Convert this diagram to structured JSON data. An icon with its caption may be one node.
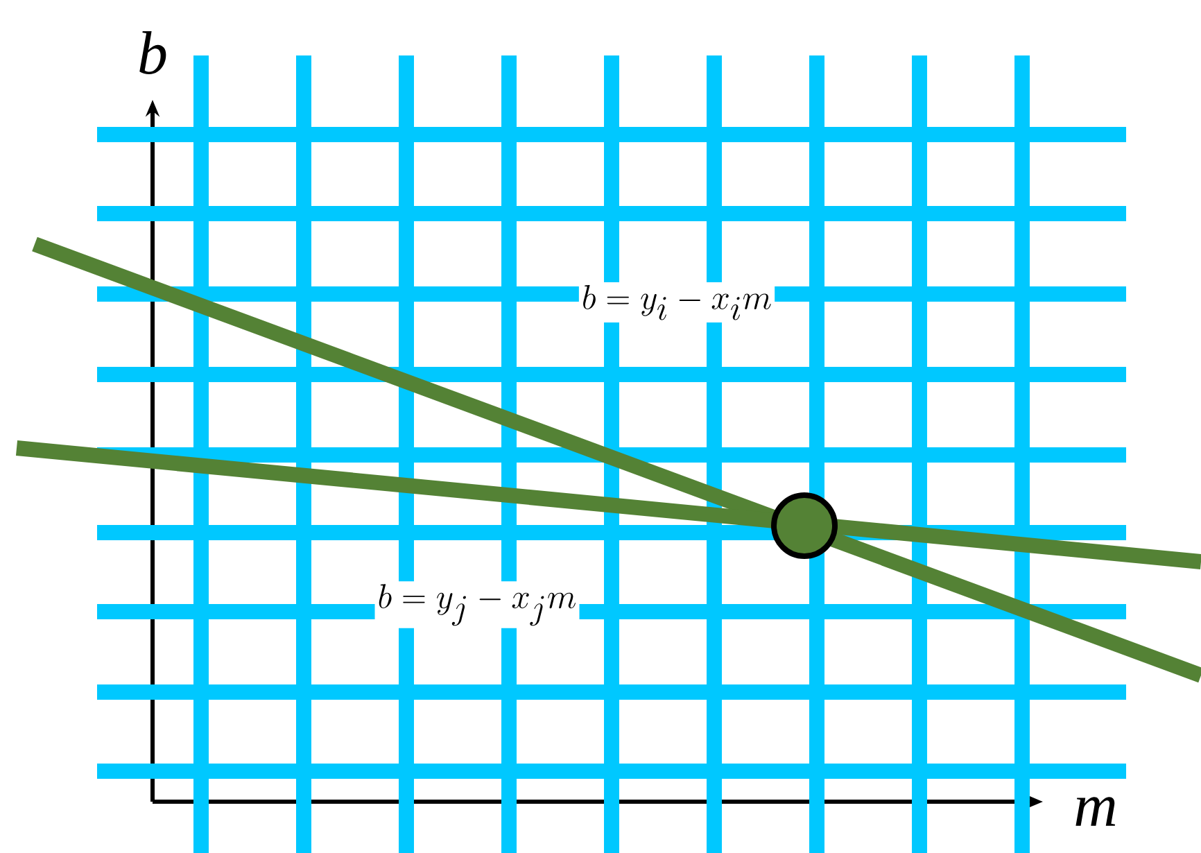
{
  "diagram": {
    "labels": [
      "b",
      "b = y_i - x_i m",
      "b = y_j - x_j m",
      "m"
    ]
  }
}
